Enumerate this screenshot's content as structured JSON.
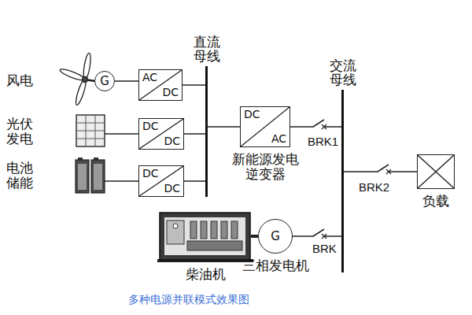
{
  "diagram": {
    "caption": "多种电源并联模式效果图",
    "nodes": [
      {
        "text": [
          "G"
        ]
      },
      {
        "text": [
          "AC",
          "DC"
        ]
      },
      {
        "text": [
          "DC",
          "DC"
        ]
      },
      {
        "text": [
          "DC",
          "DC"
        ]
      },
      {
        "text": [
          "直流 母线"
        ]
      },
      {
        "text": [
          "DC",
          "AC",
          "新能源发电 逆变器"
        ]
      },
      {
        "text": [
          "交流 母线"
        ]
      },
      {
        "text": [
          "负载"
        ]
      },
      {
        "text": [
          "G",
          "三相发电机"
        ]
      },
      {
        "text": [
          "柴油机"
        ]
      }
    ],
    "edges": [
      {
        "from": 0,
        "to": 1,
        "arrow": "none"
      },
      {
        "from": 1,
        "to": 4,
        "arrow": "none"
      },
      {
        "from": 2,
        "to": 4,
        "arrow": "none"
      },
      {
        "from": 3,
        "to": 4,
        "arrow": "none"
      },
      {
        "from": 4,
        "to": 5,
        "arrow": "none"
      },
      {
        "from": 5,
        "to": 6,
        "label": "BRK1",
        "arrow": "none"
      },
      {
        "from": 6,
        "to": 7,
        "label": "BRK2",
        "arrow": "none"
      },
      {
        "from": 8,
        "to": 6,
        "label": "BRK",
        "arrow": "none"
      },
      {
        "from": 9,
        "to": 8,
        "arrow": "none"
      }
    ],
    "labels": [
      "风电",
      "光伏 发电",
      "电池 储能"
    ]
  }
}
